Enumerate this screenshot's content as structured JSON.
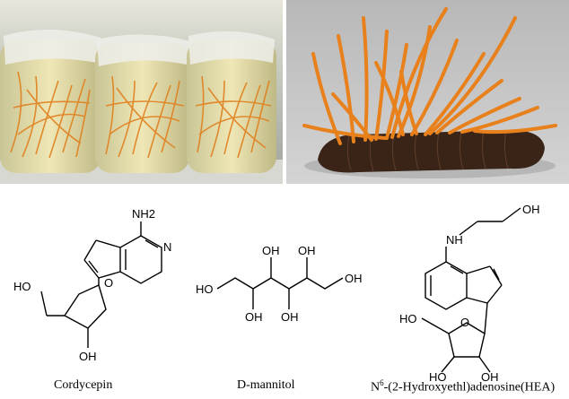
{
  "photos": {
    "left": {
      "name": "cultured cordyceps in glass jars"
    },
    "right": {
      "name": "wild cordyceps on caterpillar"
    }
  },
  "molecules": [
    {
      "id": "cordycepin",
      "caption": "Cordycepin",
      "atoms": {
        "nh2": "NH2",
        "ho": "HO",
        "oh": "OH",
        "o": "O",
        "n": "N"
      }
    },
    {
      "id": "d-mannitol",
      "caption": "D-mannitol",
      "atoms": {
        "ho": "HO",
        "oh": "OH"
      }
    },
    {
      "id": "hea",
      "caption_prefix": "N",
      "caption_sup": "6",
      "caption_rest": "-(2-Hydroxyethl)adenosine(HEA)",
      "atoms": {
        "nh": "N",
        "h": "H",
        "oh": "OH",
        "ho": "HO",
        "o": "O",
        "n": "N"
      }
    }
  ],
  "colors": {
    "cordyceps_orange": "#e8801c",
    "jar_glass": "#d9dccb",
    "caterpillar": "#3a2418",
    "background_gray": "#bcbcbc"
  }
}
